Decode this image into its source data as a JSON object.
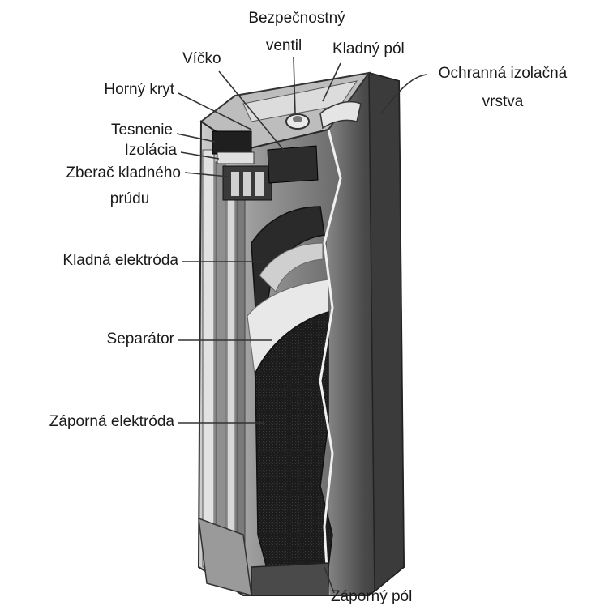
{
  "diagram": {
    "labels": {
      "bezpecnostny_ventil_l1": "Bezpečnostný",
      "bezpecnostny_ventil_l2": "ventil",
      "kladny_pol": "Kladný pól",
      "vicko": "Víčko",
      "ochranna_vrstva_l1": "Ochranná izolačná",
      "ochranna_vrstva_l2": "vrstva",
      "horny_kryt": "Horný kryt",
      "tesnenie": "Tesnenie",
      "izolacia": "Izolácia",
      "zberac_l1": "Zberač kladného",
      "zberac_l2": "prúdu",
      "kladna_elektroda": "Kladná elektróda",
      "separator": "Separátor",
      "zaporna_elektroda": "Záporná elektróda",
      "zaporny_pol": "Záporný pól"
    },
    "colors": {
      "casing_dark": "#3a3a3a",
      "casing_mid": "#6e6e6e",
      "casing_light": "#c9c9c9",
      "electrode_dark": "#1e1e1e",
      "separator_light": "#e6e6e6",
      "leader": "#333333"
    }
  }
}
